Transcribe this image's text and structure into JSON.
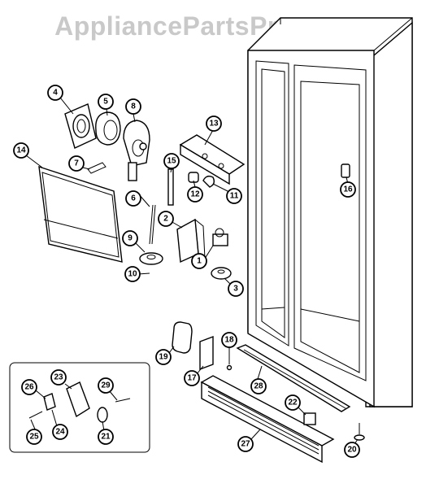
{
  "watermark": "AppliancePartsPros.com",
  "callouts": [
    {
      "label": "1"
    },
    {
      "label": "2"
    },
    {
      "label": "3"
    },
    {
      "label": "4"
    },
    {
      "label": "5"
    },
    {
      "label": "6"
    },
    {
      "label": "7"
    },
    {
      "label": "8"
    },
    {
      "label": "9"
    },
    {
      "label": "10"
    },
    {
      "label": "11"
    },
    {
      "label": "12"
    },
    {
      "label": "13"
    },
    {
      "label": "14"
    },
    {
      "label": "15"
    },
    {
      "label": "16"
    },
    {
      "label": "17"
    },
    {
      "label": "18"
    },
    {
      "label": "19"
    },
    {
      "label": "20"
    },
    {
      "label": "21"
    },
    {
      "label": "22"
    },
    {
      "label": "23"
    },
    {
      "label": "24"
    },
    {
      "label": "25"
    },
    {
      "label": "26"
    },
    {
      "label": "27"
    },
    {
      "label": "28"
    },
    {
      "label": "29"
    }
  ]
}
